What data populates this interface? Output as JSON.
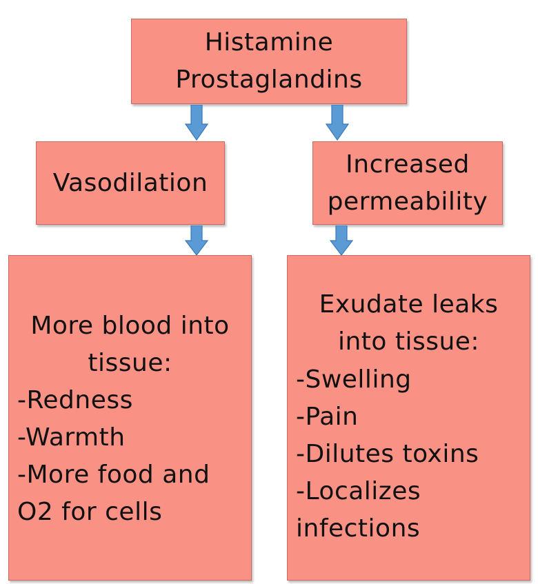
{
  "colors": {
    "box_fill": "#f99185",
    "box_border": "#c96a60",
    "arrow_fill": "#5b9bd5",
    "arrow_stroke": "#3a78b8"
  },
  "root": {
    "lines": [
      "Histamine",
      "Prostaglandins"
    ]
  },
  "left_branch": {
    "label": "Vasodilation",
    "detail_heading": [
      "More blood into",
      "tissue:"
    ],
    "detail_items": [
      "-Redness",
      "-Warmth",
      "-More food and",
      "O2 for cells"
    ]
  },
  "right_branch": {
    "label": [
      "Increased",
      "permeability"
    ],
    "detail_heading": [
      "Exudate leaks",
      "into tissue:"
    ],
    "detail_items": [
      "-Swelling",
      "-Pain",
      "-Dilutes toxins",
      "-Localizes",
      "infections"
    ]
  },
  "icons": {
    "arrow": "down-arrow-icon"
  }
}
